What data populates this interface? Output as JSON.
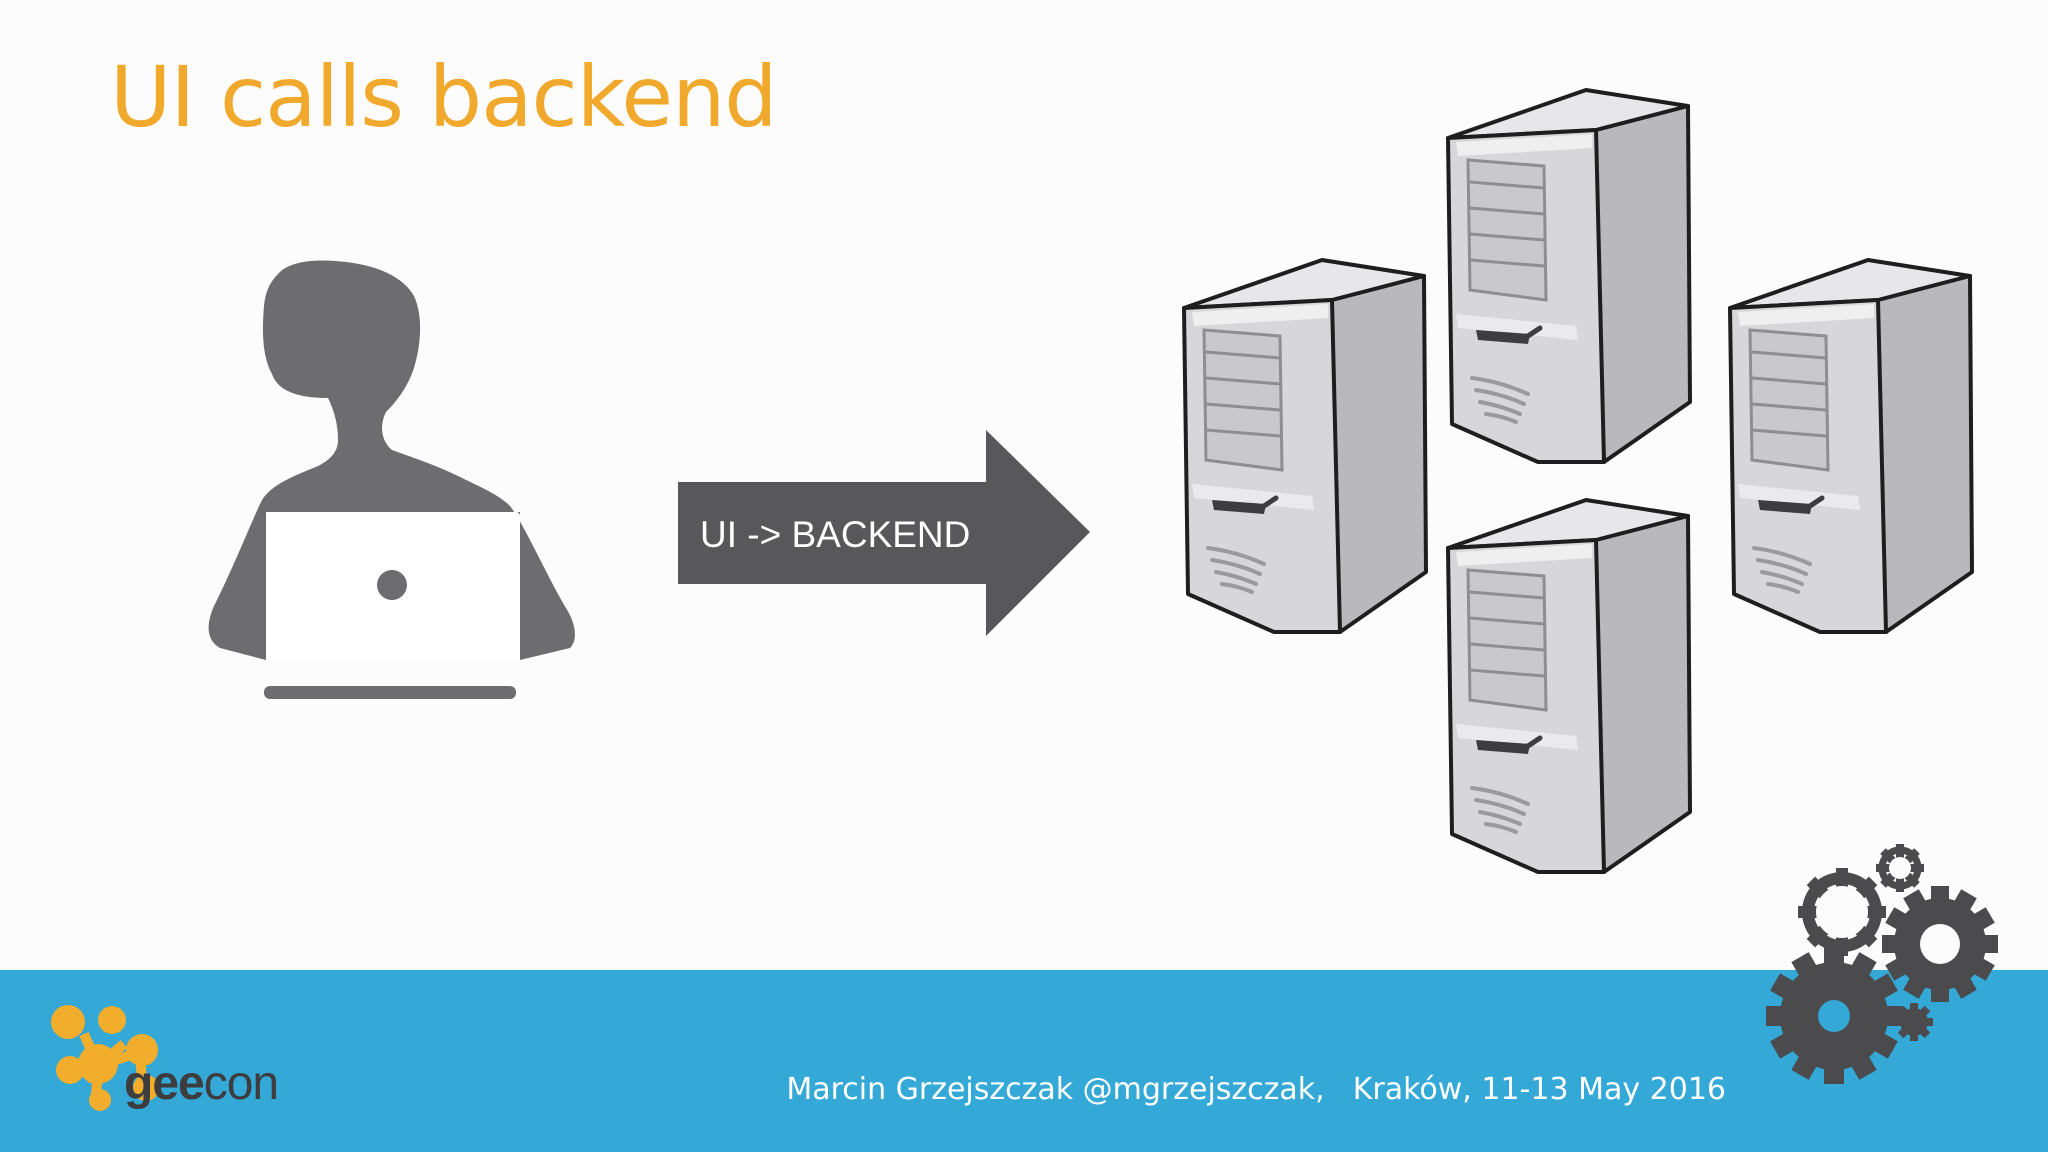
{
  "slide": {
    "title": "UI calls backend"
  },
  "diagram": {
    "arrow_label": "UI -> BACKEND",
    "source_icon": "user-with-laptop-icon",
    "target_icon": "server-tower-icon",
    "server_count": 4
  },
  "footer": {
    "author": "Marcin Grzejszczak @mgrzejszczak,",
    "event": "Kraków, 11-13 May 2016",
    "logo_prefix": "gee",
    "logo_suffix": "con",
    "logo_icon": "geecon-molecule-icon",
    "decoration_icon": "gears-icon"
  },
  "colors": {
    "title": "#f0a92c",
    "background": "#fdfcfd",
    "footer_band": "#34a8d6",
    "footer_text": "#ffffff",
    "icon_gray": "#6d6c6f",
    "arrow": "#58585a",
    "arrow_text": "#ffffff",
    "server_light": "#d9d9db",
    "server_dark": "#1e1e1e",
    "logo_orange": "#f2ad2d",
    "logo_text": "#3d3d3f",
    "gears": "#4b4b4d"
  }
}
